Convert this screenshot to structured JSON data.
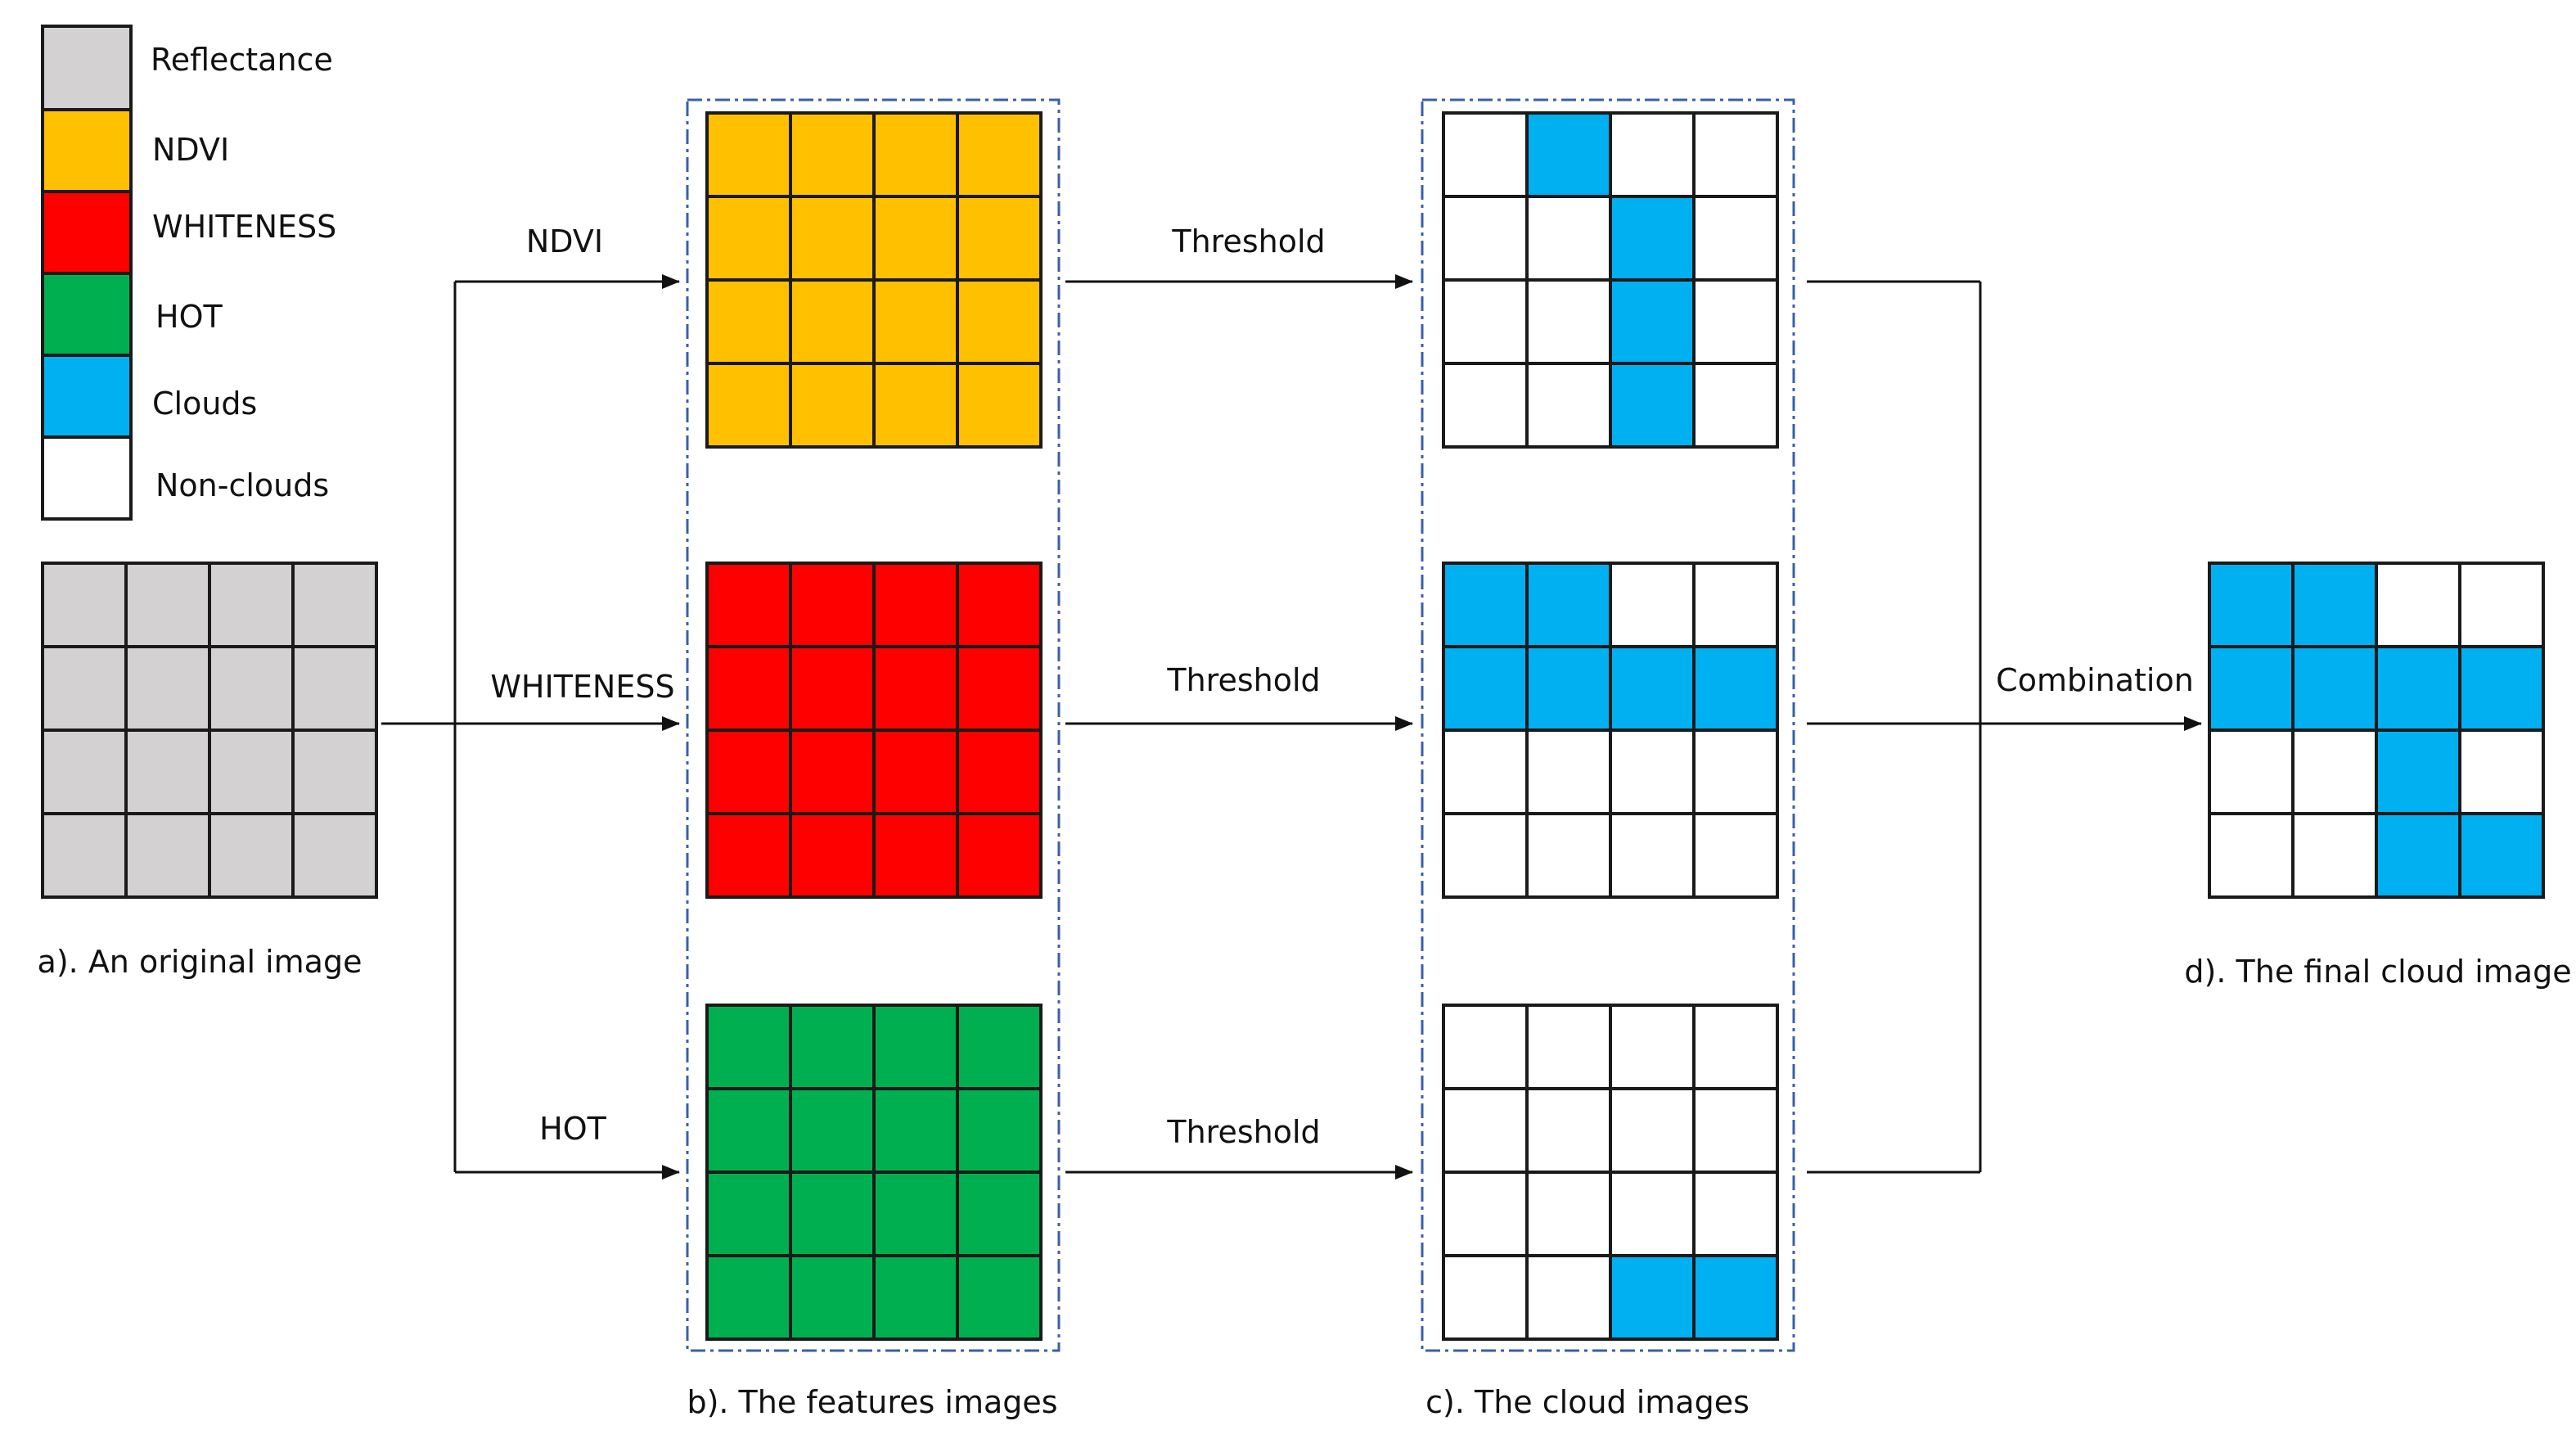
{
  "colors": {
    "reflectance": "#d3d1d2",
    "ndvi": "#ffc000",
    "whiteness": "#ff0000",
    "hot": "#00b050",
    "clouds": "#00b0f0",
    "non_clouds": "#ffffff",
    "frame": "#3a5fa8"
  },
  "legend": [
    {
      "label": "Reflectance",
      "color": "#d3d1d2"
    },
    {
      "label": "NDVI",
      "color": "#ffc000"
    },
    {
      "label": "WHITENESS",
      "color": "#ff0000"
    },
    {
      "label": "HOT",
      "color": "#00b050"
    },
    {
      "label": "Clouds",
      "color": "#00b0f0"
    },
    {
      "label": "Non-clouds",
      "color": "#ffffff"
    }
  ],
  "branch_labels": [
    "NDVI",
    "WHITENESS",
    "HOT"
  ],
  "threshold_labels": [
    "Threshold",
    "Threshold",
    "Threshold"
  ],
  "combination_label": "Combination",
  "captions": {
    "original": "a). An original image",
    "features": "b). The features images",
    "clouds": "c). The cloud images",
    "final": "d). The final cloud image"
  },
  "grids": {
    "original": [
      [
        0,
        0,
        0,
        0
      ],
      [
        0,
        0,
        0,
        0
      ],
      [
        0,
        0,
        0,
        0
      ],
      [
        0,
        0,
        0,
        0
      ]
    ],
    "cloud_ndvi": [
      [
        0,
        1,
        0,
        0
      ],
      [
        0,
        0,
        1,
        0
      ],
      [
        0,
        0,
        1,
        0
      ],
      [
        0,
        0,
        1,
        0
      ]
    ],
    "cloud_whiteness": [
      [
        1,
        1,
        0,
        0
      ],
      [
        1,
        1,
        1,
        1
      ],
      [
        0,
        0,
        0,
        0
      ],
      [
        0,
        0,
        0,
        0
      ]
    ],
    "cloud_hot": [
      [
        0,
        0,
        0,
        0
      ],
      [
        0,
        0,
        0,
        0
      ],
      [
        0,
        0,
        0,
        0
      ],
      [
        0,
        0,
        1,
        1
      ]
    ],
    "final": [
      [
        1,
        1,
        0,
        0
      ],
      [
        1,
        1,
        1,
        1
      ],
      [
        0,
        0,
        1,
        0
      ],
      [
        0,
        0,
        1,
        1
      ]
    ]
  }
}
